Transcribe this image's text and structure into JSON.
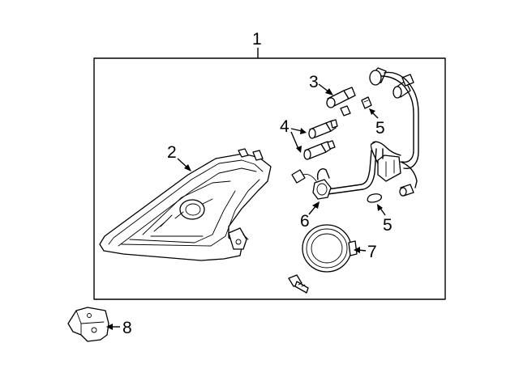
{
  "diagram": {
    "frame_label": "1",
    "callouts": [
      {
        "id": "headlamp-assembly",
        "label": "2"
      },
      {
        "id": "bulb-upper",
        "label": "3"
      },
      {
        "id": "bulb-pair",
        "label": "4"
      },
      {
        "id": "clip-upper",
        "label": "5"
      },
      {
        "id": "clip-lower",
        "label": "5"
      },
      {
        "id": "bulb-cap",
        "label": "6"
      },
      {
        "id": "socket",
        "label": "7"
      },
      {
        "id": "bracket",
        "label": "8"
      }
    ]
  }
}
